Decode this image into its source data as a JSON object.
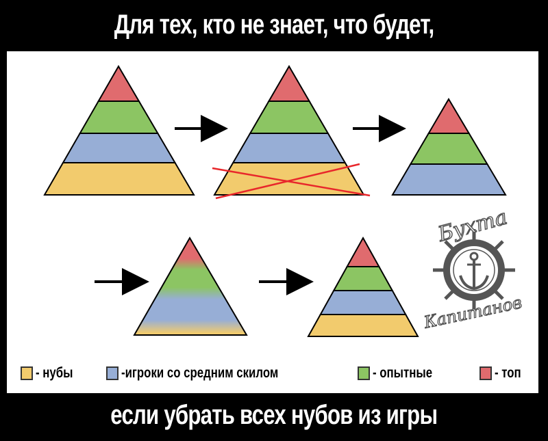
{
  "header": {
    "text": "Для тех, кто не знает, что будет,"
  },
  "footer": {
    "text": "если убрать всех нубов из игры"
  },
  "colors": {
    "top": "#e06b6e",
    "experienced": "#8cc563",
    "average": "#97aed6",
    "noobs": "#f2cb6d",
    "cross": "#e8272b"
  },
  "legend": [
    {
      "label": "- нубы",
      "color": "#f2cb6d"
    },
    {
      "label": "-игроки со средним скилом",
      "color": "#97aed6"
    },
    {
      "label": "- опытные",
      "color": "#8cc563"
    },
    {
      "label": "- топ",
      "color": "#e06b6e"
    }
  ],
  "logo": {
    "line1": "Бухта",
    "line2": "Капитанов",
    "icon": "anchor-ship-wheel-icon"
  }
}
